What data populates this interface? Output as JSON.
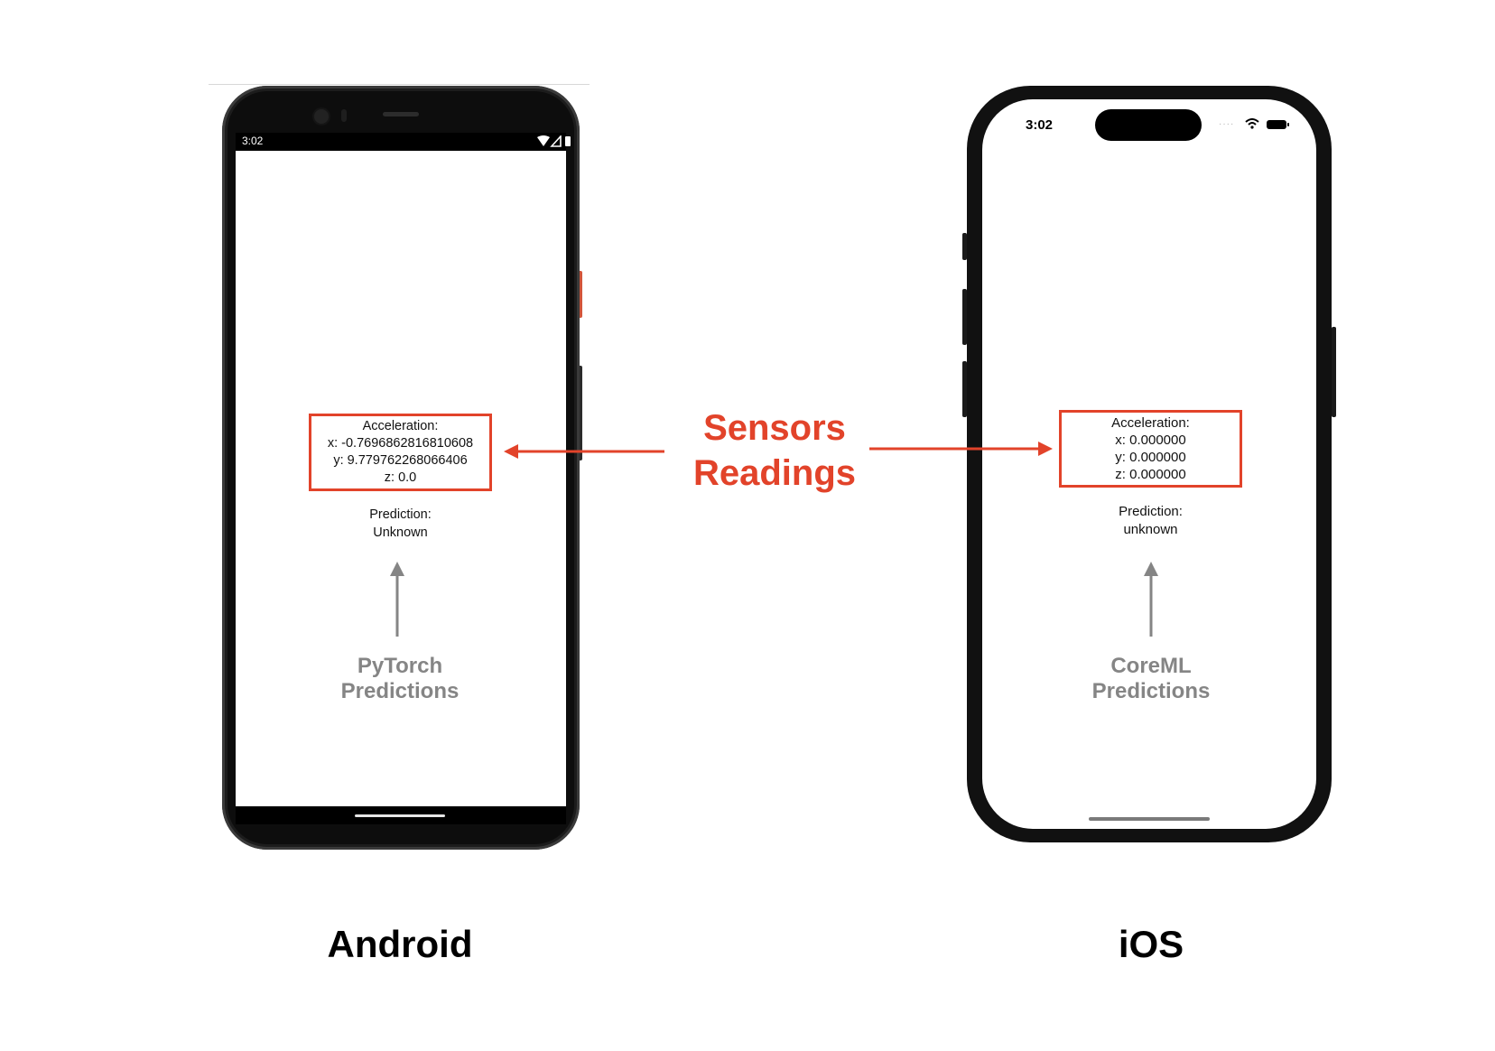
{
  "center_label": {
    "line1": "Sensors",
    "line2": "Readings",
    "color": "#e2432a"
  },
  "android": {
    "status_bar": {
      "time": "3:02",
      "icons": [
        "wifi-icon",
        "signal-icon",
        "battery-icon"
      ]
    },
    "app": {
      "acceleration_title": "Acceleration:",
      "x": "x: -0.7696862816810608",
      "y": "y: 9.779762268066406",
      "z": "z: 0.0",
      "prediction_title": "Prediction:",
      "prediction_value": "Unknown"
    },
    "annotation": {
      "line1": "PyTorch",
      "line2": "Predictions"
    },
    "platform_label": "Android"
  },
  "ios": {
    "status_bar": {
      "time": "3:02",
      "icons": [
        "signal-dots-icon",
        "wifi-icon",
        "battery-icon"
      ]
    },
    "app": {
      "acceleration_title": "Acceleration:",
      "x": "x: 0.000000",
      "y": "y: 0.000000",
      "z": "z: 0.000000",
      "prediction_title": "Prediction:",
      "prediction_value": "unknown"
    },
    "annotation": {
      "line1": "CoreML",
      "line2": "Predictions"
    },
    "platform_label": "iOS"
  },
  "colors": {
    "highlight": "#e2432a",
    "annotation_gray": "#858585"
  }
}
